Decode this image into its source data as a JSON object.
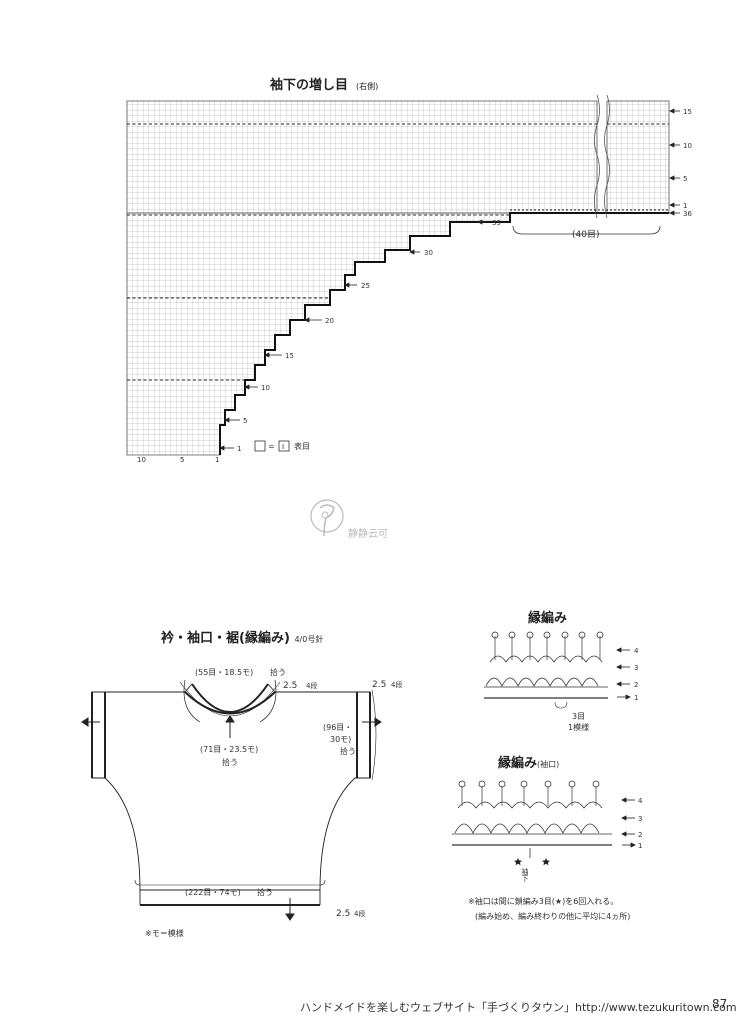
{
  "top_chart": {
    "title": "袖下の増し目",
    "subtitle": "(右側)",
    "right_row_labels": [
      "15",
      "10",
      "5",
      "1",
      "36"
    ],
    "step_row_labels": [
      "35",
      "30",
      "25",
      "20",
      "15",
      "10",
      "5",
      "1"
    ],
    "bottom_col_labels": [
      "10",
      "5",
      "1"
    ],
    "count_label": "(40目)",
    "legend_symbol": "I",
    "legend_text": "表目",
    "legend_equals": "="
  },
  "watermark": {
    "text": "静静云可"
  },
  "neckline": {
    "title": "衿・袖口・裾",
    "title_paren": "(縁編み)",
    "needle": "4/0号針",
    "top_pickup": "(55目・18.5モ)",
    "top_pickup_suffix": "拾う",
    "left_rows_num": "2.5",
    "left_rows_unit": "4段",
    "right_rows_num": "2.5",
    "right_rows_unit": "4段",
    "neck_pickup": "(71目・23.5モ)",
    "neck_pickup_suffix": "拾う",
    "cuff_pickup_a": "(96目・",
    "cuff_pickup_b": "30モ)",
    "cuff_pickup_suffix": "拾う",
    "hem_pickup": "(222目・74モ)",
    "hem_pickup_suffix": "拾う",
    "hem_rows_num": "2.5",
    "hem_rows_unit": "4段",
    "footnote": "※モ＝模様"
  },
  "edging1": {
    "title": "縁編み",
    "row_labels": [
      "4",
      "3",
      "2",
      "1"
    ],
    "repeat_a": "3目",
    "repeat_b": "1模様"
  },
  "edging2": {
    "title": "縁編み",
    "title_paren": "(袖口)",
    "row_labels": [
      "4",
      "3",
      "2",
      "1"
    ],
    "center_mark": "袖下",
    "note_line1": "※袖口は間に鎖編み3目(★)を6回入れる。",
    "note_line2": "(編み始め、編み終わりの他に平均に4ヵ所)"
  },
  "footer": {
    "text": "ハンドメイドを楽しむウェブサイト「手づくりタウン」http://www.tezukuritown.com",
    "page": "87"
  }
}
